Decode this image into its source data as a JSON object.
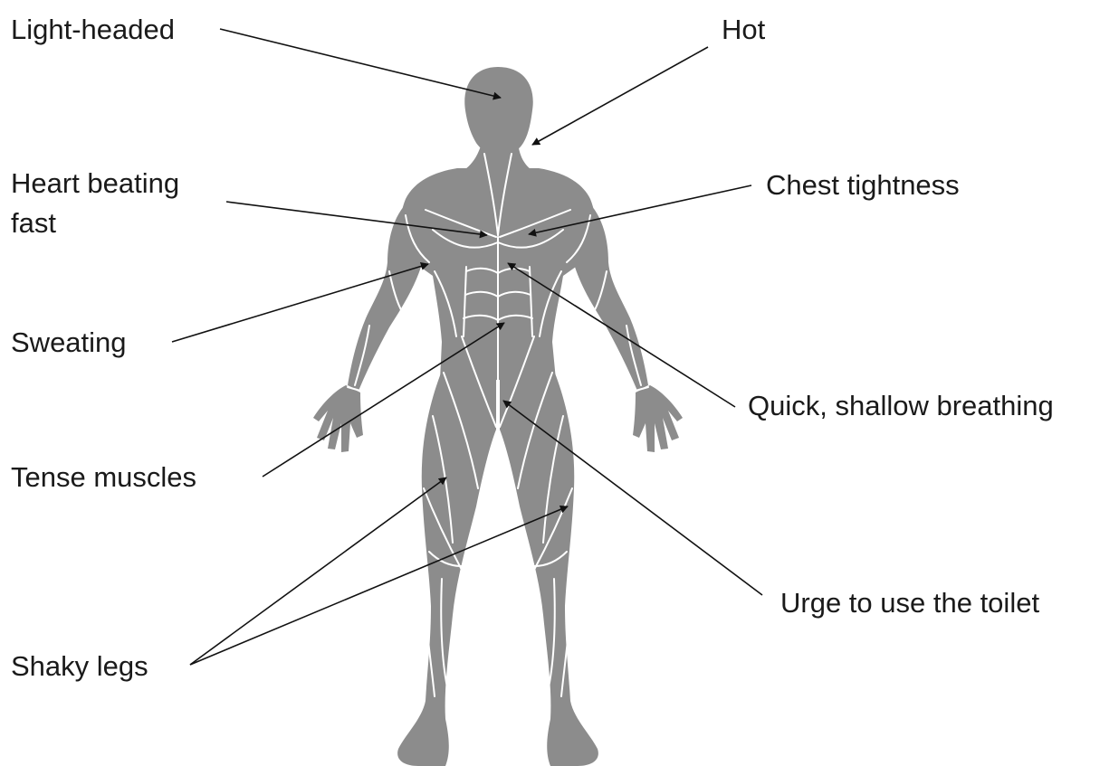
{
  "labels": {
    "light_headed": "Light-headed",
    "hot": "Hot",
    "heart_line1": "Heart beating",
    "heart_line2": "fast",
    "chest": "Chest tightness",
    "sweating": "Sweating",
    "breathing": "Quick, shallow breathing",
    "tense": "Tense muscles",
    "urge": "Urge to use the toilet",
    "shaky": "Shaky legs"
  },
  "colors": {
    "body": "#8c8c8c",
    "muscle_lines": "#ffffff",
    "text": "#1a1a1a",
    "arrows": "#111111"
  }
}
